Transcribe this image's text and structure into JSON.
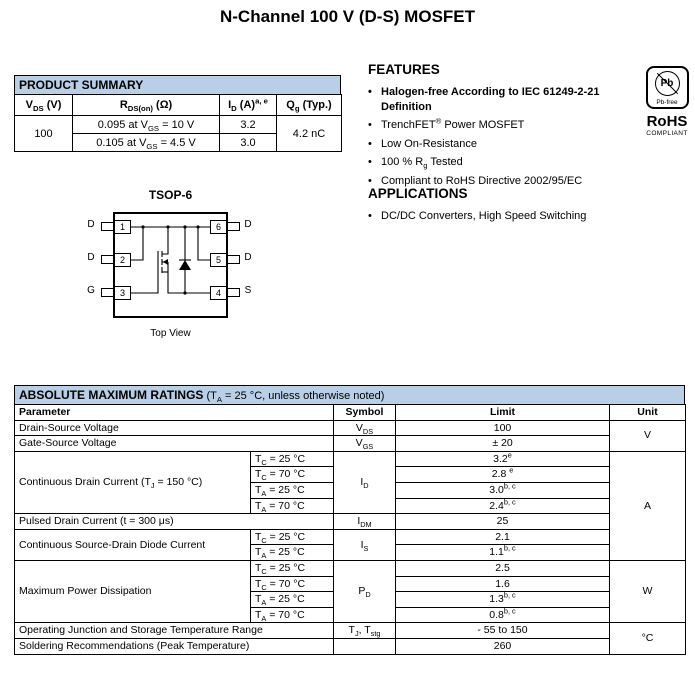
{
  "page": {
    "title": "N-Channel 100 V (D-S) MOSFET"
  },
  "product_summary": {
    "title": "PRODUCT SUMMARY",
    "headers": [
      "V~DS~ (V)",
      "R~DS(on)~ (Ω)",
      "I~D~ (A)^a, e^",
      "Q~g~ (Typ.)"
    ],
    "vds": "100",
    "rows": [
      {
        "rdson": "0.095 at V~GS~ = 10 V",
        "id_a": "3.2"
      },
      {
        "rdson": "0.105 at V~GS~ = 4.5 V",
        "id_a": "3.0"
      }
    ],
    "qg": "4.2 nC"
  },
  "package": {
    "name": "TSOP-6",
    "caption": "Top View",
    "left_pins": [
      {
        "num": "1",
        "label": "D"
      },
      {
        "num": "2",
        "label": "D"
      },
      {
        "num": "3",
        "label": "G"
      }
    ],
    "right_pins": [
      {
        "num": "6",
        "label": "D"
      },
      {
        "num": "5",
        "label": "D"
      },
      {
        "num": "4",
        "label": "S"
      }
    ]
  },
  "features": {
    "title": "FEATURES",
    "items": [
      "Halogen-free According to IEC 61249-2-21 Definition",
      "TrenchFET^®^ Power MOSFET",
      "Low On-Resistance",
      "100 % R~g~ Tested",
      "Compliant to RoHS Directive 2002/95/EC"
    ]
  },
  "applications": {
    "title": "APPLICATIONS",
    "items": [
      "DC/DC Converters, High Speed Switching"
    ]
  },
  "badges": {
    "pb": "Pb",
    "pb_free": "Pb-free",
    "rohs": "RoHS",
    "compliant": "COMPLIANT"
  },
  "amr": {
    "title": "ABSOLUTE MAXIMUM RATINGS",
    "note": "(T~A~ = 25 °C, unless otherwise noted)",
    "headers": {
      "parameter": "Parameter",
      "symbol": "Symbol",
      "limit": "Limit",
      "unit": "Unit"
    },
    "units": {
      "v": "V",
      "a": "A",
      "w": "W",
      "c": "°C"
    },
    "rows": {
      "vds": {
        "param": "Drain-Source Voltage",
        "symbol": "V~DS~",
        "limit": "100"
      },
      "vgs": {
        "param": "Gate-Source Voltage",
        "symbol": "V~GS~",
        "limit": "± 20"
      },
      "id": {
        "param": "Continuous Drain Current (T~J~ = 150 °C)",
        "symbol": "I~D~",
        "conds": [
          "T~C~ = 25 °C",
          "T~C~ = 70 °C",
          "T~A~ = 25 °C",
          "T~A~ = 70 °C"
        ],
        "limits": [
          "3.2^e^",
          "2.8 ^e^",
          "3.0^b, c^",
          "2.4^b, c^"
        ]
      },
      "idm": {
        "param": "Pulsed Drain Current (t = 300 μs)",
        "symbol": "I~DM~",
        "limit": "25"
      },
      "is": {
        "param": "Continuous Source-Drain Diode Current",
        "symbol": "I~S~",
        "conds": [
          "T~C~ = 25 °C",
          "T~A~ = 25 °C"
        ],
        "limits": [
          "2.1",
          "1.1^b, c^"
        ]
      },
      "pd": {
        "param": "Maximum Power Dissipation",
        "symbol": "P~D~",
        "conds": [
          "T~C~ = 25 °C",
          "T~C~ = 70 °C",
          "T~A~ = 25 °C",
          "T~A~ = 70 °C"
        ],
        "limits": [
          "2.5",
          "1.6",
          "1.3^b, c^",
          "0.8^b, c^"
        ]
      },
      "tj": {
        "param": "Operating Junction and Storage Temperature Range",
        "symbol": "T~J~, T~stg~",
        "limit": "- 55 to 150"
      },
      "solder": {
        "param": "Soldering Recommendations (Peak Temperature)",
        "symbol": "",
        "limit": "260"
      }
    }
  }
}
